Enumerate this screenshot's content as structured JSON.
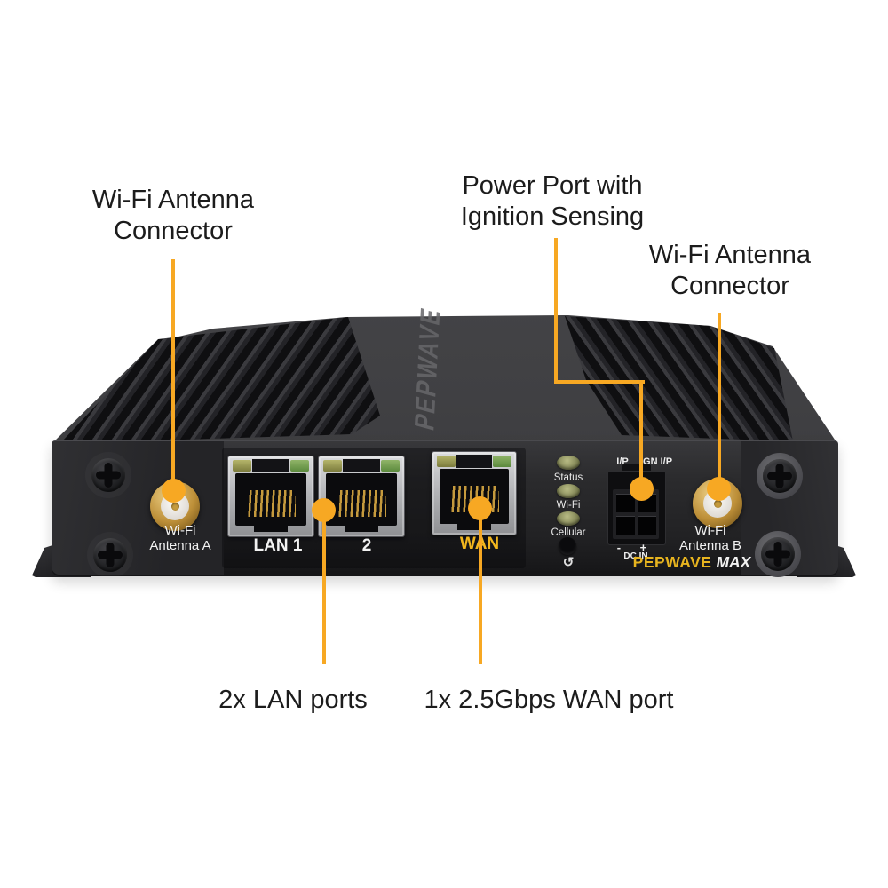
{
  "background": "#ffffff",
  "accent_color": "#F7A823",
  "callouts": {
    "antenna_left": {
      "line1": "Wi-Fi Antenna",
      "line2": "Connector"
    },
    "power": {
      "line1": "Power Port with",
      "line2": "Ignition Sensing"
    },
    "antenna_right": {
      "line1": "Wi-Fi Antenna",
      "line2": "Connector"
    },
    "lan": "2x LAN ports",
    "wan": "1x 2.5Gbps WAN port"
  },
  "device": {
    "top_brand": "PEPWAVE",
    "front_brand": {
      "name": "PEPWAVE",
      "model": "MAX",
      "name_color": "#E7B41F"
    },
    "port_labels": {
      "lan1": "LAN 1",
      "lan2": "2",
      "wan": "WAN",
      "wan_color": "#F3B71E"
    },
    "antenna_labels": {
      "a": {
        "line1": "Wi-Fi",
        "line2": "Antenna A"
      },
      "b": {
        "line1": "Wi-Fi",
        "line2": "Antenna B"
      }
    },
    "led_labels": [
      "Status",
      "Wi-Fi",
      "Cellular"
    ],
    "power_labels": {
      "ip": "I/P",
      "ign_ip": "IGN I/P",
      "polarity": "- +",
      "dc_in": "DC IN"
    },
    "reset_icon": "↺"
  }
}
